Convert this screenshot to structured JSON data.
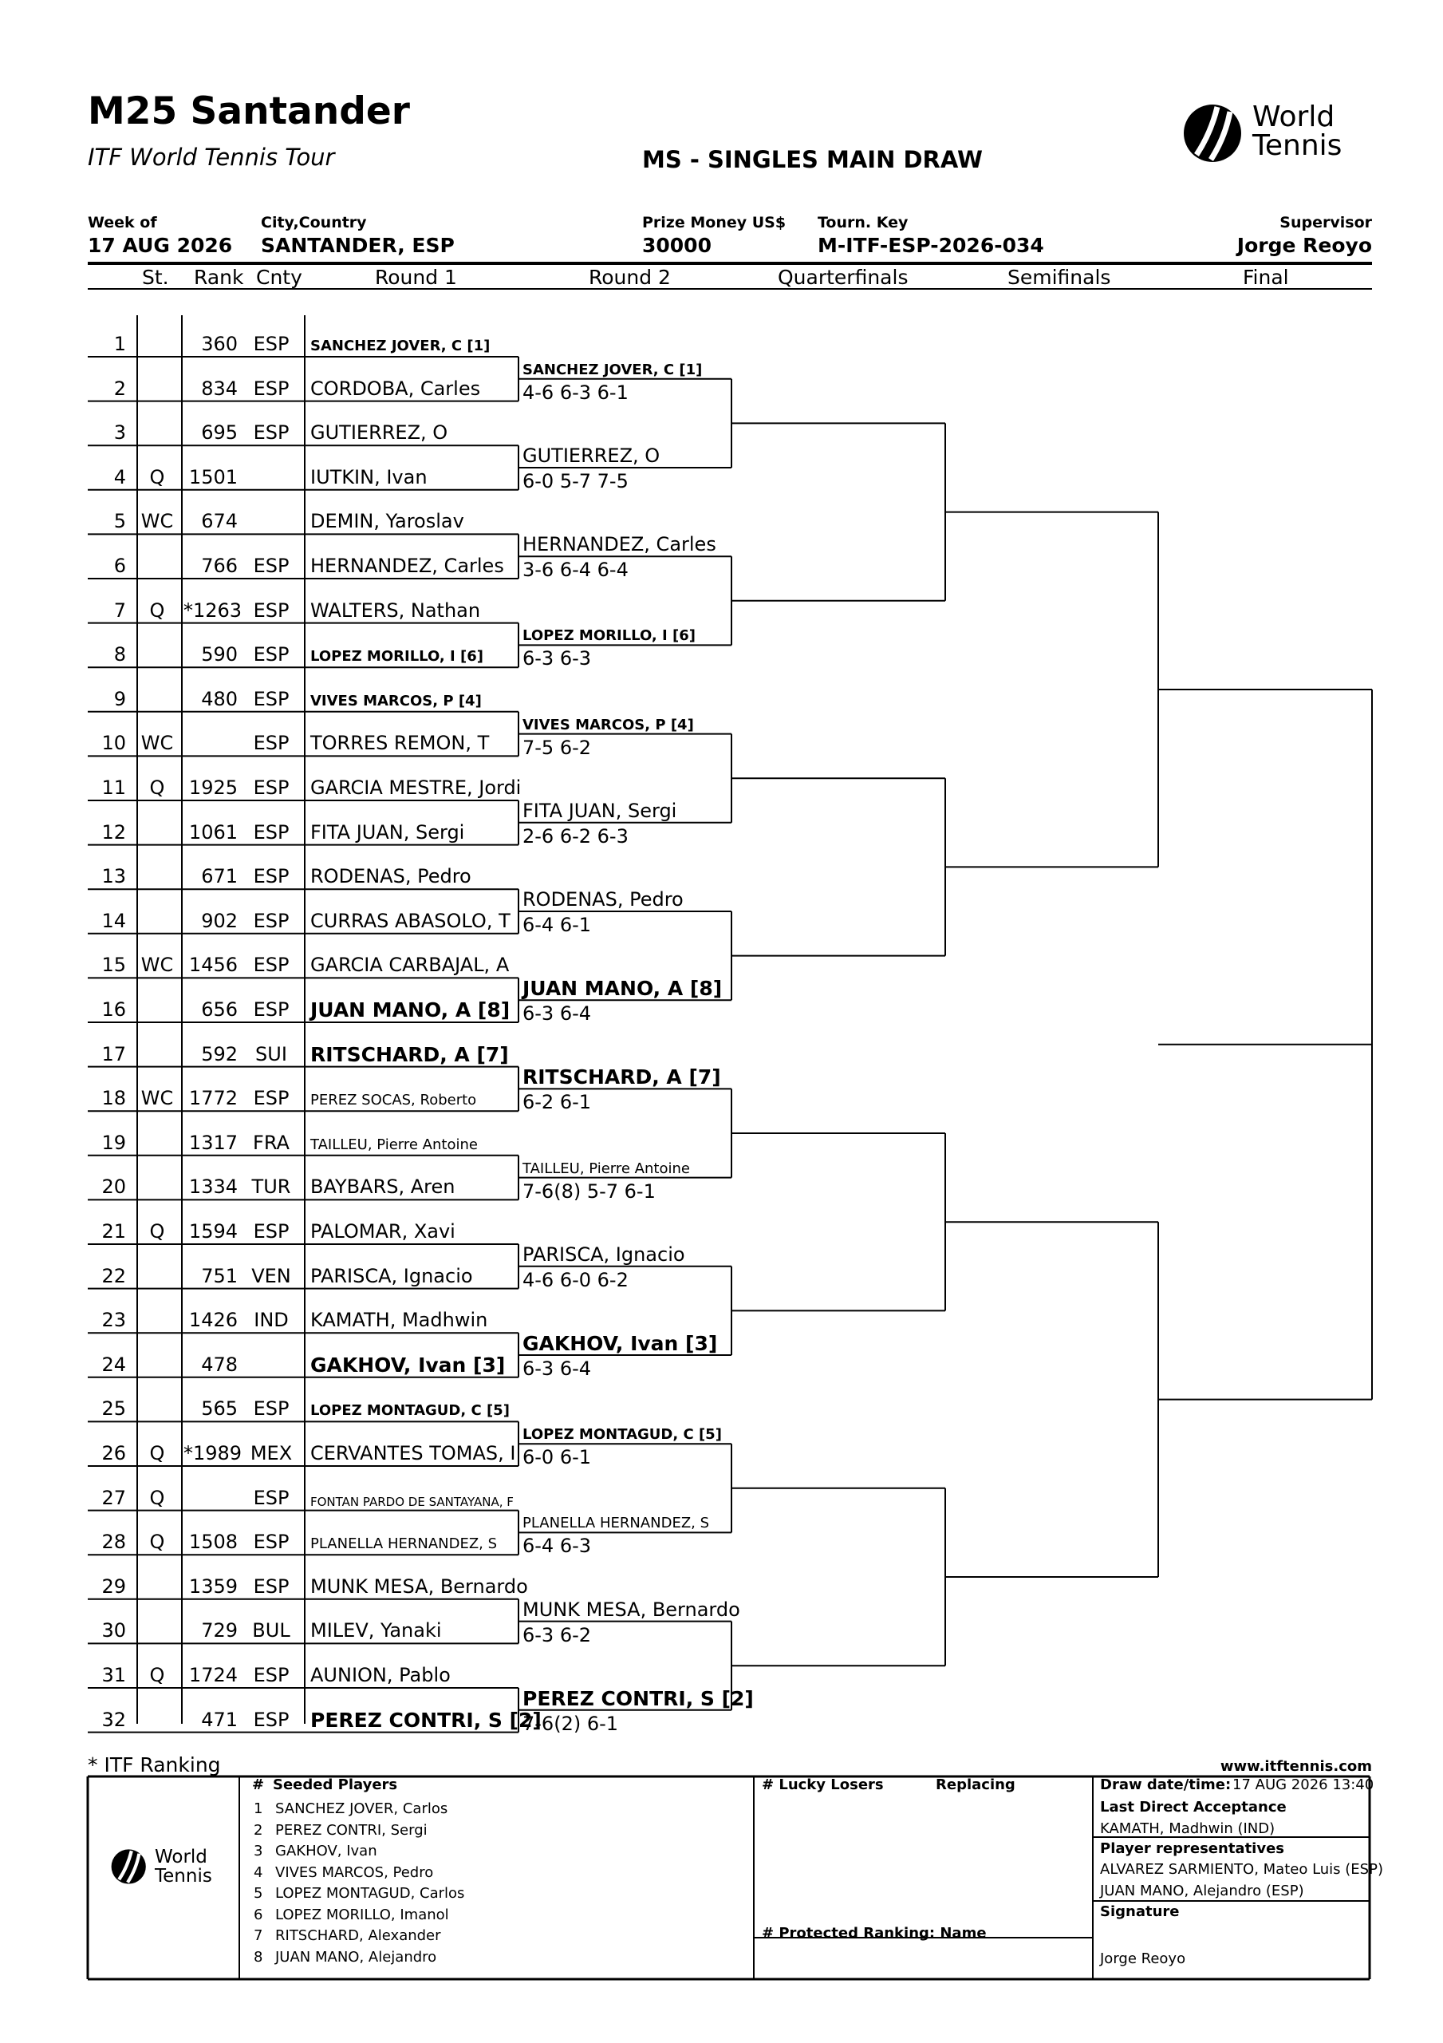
{
  "header": {
    "title": "M25 Santander",
    "subtitle": "ITF World Tennis Tour",
    "draw_name": "MS - SINGLES MAIN DRAW",
    "logo_text_1": "World",
    "logo_text_2": "Tennis",
    "week_label": "Week of",
    "week_value": "17 AUG 2026",
    "city_label": "City,Country",
    "city_value": "SANTANDER, ESP",
    "prize_label": "Prize Money US$",
    "prize_value": "30000",
    "key_label": "Tourn. Key",
    "key_value": "M-ITF-ESP-2026-034",
    "supervisor_label": "Supervisor",
    "supervisor_value": "Jorge Reoyo"
  },
  "columns": {
    "st": "St.",
    "rank": "Rank",
    "cnty": "Cnty",
    "round1": "Round 1",
    "round2": "Round 2",
    "qf": "Quarterfinals",
    "sf": "Semifinals",
    "final": "Final"
  },
  "players": [
    {
      "pos": "1",
      "st": "",
      "rank": "360",
      "cnty": "ESP",
      "name": "SANCHEZ JOVER, C [1]",
      "style": "sbold"
    },
    {
      "pos": "2",
      "st": "",
      "rank": "834",
      "cnty": "ESP",
      "name": "CORDOBA, Carles",
      "style": ""
    },
    {
      "pos": "3",
      "st": "",
      "rank": "695",
      "cnty": "ESP",
      "name": "GUTIERREZ, O",
      "style": ""
    },
    {
      "pos": "4",
      "st": "Q",
      "rank": "1501",
      "cnty": "",
      "name": "IUTKIN, Ivan",
      "style": ""
    },
    {
      "pos": "5",
      "st": "WC",
      "rank": "674",
      "cnty": "",
      "name": "DEMIN, Yaroslav",
      "style": ""
    },
    {
      "pos": "6",
      "st": "",
      "rank": "766",
      "cnty": "ESP",
      "name": "HERNANDEZ, Carles",
      "style": ""
    },
    {
      "pos": "7",
      "st": "Q",
      "rank": "*1263",
      "cnty": "ESP",
      "name": "WALTERS, Nathan",
      "style": ""
    },
    {
      "pos": "8",
      "st": "",
      "rank": "590",
      "cnty": "ESP",
      "name": "LOPEZ MORILLO, I [6]",
      "style": "sbold"
    },
    {
      "pos": "9",
      "st": "",
      "rank": "480",
      "cnty": "ESP",
      "name": "VIVES MARCOS, P [4]",
      "style": "sbold"
    },
    {
      "pos": "10",
      "st": "WC",
      "rank": "",
      "cnty": "ESP",
      "name": "TORRES REMON, T",
      "style": ""
    },
    {
      "pos": "11",
      "st": "Q",
      "rank": "1925",
      "cnty": "ESP",
      "name": "GARCIA MESTRE, Jordi",
      "style": ""
    },
    {
      "pos": "12",
      "st": "",
      "rank": "1061",
      "cnty": "ESP",
      "name": "FITA JUAN, Sergi",
      "style": ""
    },
    {
      "pos": "13",
      "st": "",
      "rank": "671",
      "cnty": "ESP",
      "name": "RODENAS, Pedro",
      "style": ""
    },
    {
      "pos": "14",
      "st": "",
      "rank": "902",
      "cnty": "ESP",
      "name": "CURRAS ABASOLO, T",
      "style": ""
    },
    {
      "pos": "15",
      "st": "WC",
      "rank": "1456",
      "cnty": "ESP",
      "name": "GARCIA CARBAJAL, A",
      "style": ""
    },
    {
      "pos": "16",
      "st": "",
      "rank": "656",
      "cnty": "ESP",
      "name": "JUAN MANO, A [8]",
      "style": "bold"
    },
    {
      "pos": "17",
      "st": "",
      "rank": "592",
      "cnty": "SUI",
      "name": "RITSCHARD, A [7]",
      "style": "bold"
    },
    {
      "pos": "18",
      "st": "WC",
      "rank": "1772",
      "cnty": "ESP",
      "name": "PEREZ SOCAS, Roberto",
      "style": "small"
    },
    {
      "pos": "19",
      "st": "",
      "rank": "1317",
      "cnty": "FRA",
      "name": "TAILLEU, Pierre Antoine",
      "style": "small"
    },
    {
      "pos": "20",
      "st": "",
      "rank": "1334",
      "cnty": "TUR",
      "name": "BAYBARS, Aren",
      "style": ""
    },
    {
      "pos": "21",
      "st": "Q",
      "rank": "1594",
      "cnty": "ESP",
      "name": "PALOMAR, Xavi",
      "style": ""
    },
    {
      "pos": "22",
      "st": "",
      "rank": "751",
      "cnty": "VEN",
      "name": "PARISCA, Ignacio",
      "style": ""
    },
    {
      "pos": "23",
      "st": "",
      "rank": "1426",
      "cnty": "IND",
      "name": "KAMATH, Madhwin",
      "style": ""
    },
    {
      "pos": "24",
      "st": "",
      "rank": "478",
      "cnty": "",
      "name": "GAKHOV, Ivan [3]",
      "style": "bold"
    },
    {
      "pos": "25",
      "st": "",
      "rank": "565",
      "cnty": "ESP",
      "name": "LOPEZ MONTAGUD, C [5]",
      "style": "sbold"
    },
    {
      "pos": "26",
      "st": "Q",
      "rank": "*1989",
      "cnty": "MEX",
      "name": "CERVANTES TOMAS, I",
      "style": ""
    },
    {
      "pos": "27",
      "st": "Q",
      "rank": "",
      "cnty": "ESP",
      "name": "FONTAN PARDO DE SANTAYANA, F",
      "style": "tiny"
    },
    {
      "pos": "28",
      "st": "Q",
      "rank": "1508",
      "cnty": "ESP",
      "name": "PLANELLA HERNANDEZ, S",
      "style": "small"
    },
    {
      "pos": "29",
      "st": "",
      "rank": "1359",
      "cnty": "ESP",
      "name": "MUNK MESA, Bernardo",
      "style": ""
    },
    {
      "pos": "30",
      "st": "",
      "rank": "729",
      "cnty": "BUL",
      "name": "MILEV, Yanaki",
      "style": ""
    },
    {
      "pos": "31",
      "st": "Q",
      "rank": "1724",
      "cnty": "ESP",
      "name": "AUNION, Pablo",
      "style": ""
    },
    {
      "pos": "32",
      "st": "",
      "rank": "471",
      "cnty": "ESP",
      "name": "PEREZ CONTRI, S [2]",
      "style": "bold"
    }
  ],
  "round2": [
    {
      "name": "SANCHEZ JOVER, C [1]",
      "score": "4-6 6-3 6-1",
      "style": "sbold"
    },
    {
      "name": "GUTIERREZ, O",
      "score": "6-0 5-7 7-5",
      "style": ""
    },
    {
      "name": "HERNANDEZ, Carles",
      "score": "3-6 6-4 6-4",
      "style": ""
    },
    {
      "name": "LOPEZ MORILLO, I [6]",
      "score": "6-3 6-3",
      "style": "sbold"
    },
    {
      "name": "VIVES MARCOS, P [4]",
      "score": "7-5 6-2",
      "style": "sbold"
    },
    {
      "name": "FITA JUAN, Sergi",
      "score": "2-6 6-2 6-3",
      "style": ""
    },
    {
      "name": "RODENAS, Pedro",
      "score": "6-4 6-1",
      "style": ""
    },
    {
      "name": "JUAN MANO, A [8]",
      "score": "6-3 6-4",
      "style": "bold"
    },
    {
      "name": "RITSCHARD, A [7]",
      "score": "6-2 6-1",
      "style": "bold"
    },
    {
      "name": "TAILLEU, Pierre Antoine",
      "score": "7-6(8) 5-7 6-1",
      "style": "small"
    },
    {
      "name": "PARISCA, Ignacio",
      "score": "4-6 6-0 6-2",
      "style": ""
    },
    {
      "name": "GAKHOV, Ivan [3]",
      "score": "6-3 6-4",
      "style": "bold"
    },
    {
      "name": "LOPEZ MONTAGUD, C [5]",
      "score": "6-0 6-1",
      "style": "sbold"
    },
    {
      "name": "PLANELLA HERNANDEZ, S",
      "score": "6-4 6-3",
      "style": "small"
    },
    {
      "name": "MUNK MESA, Bernardo",
      "score": "6-3 6-2",
      "style": ""
    },
    {
      "name": "PEREZ CONTRI, S [2]",
      "score": "7-6(2) 6-1",
      "style": "bold"
    }
  ],
  "footer": {
    "itf_ranking_note": "* ITF Ranking",
    "website": "www.itftennis.com",
    "seeded_title": "Seeded Players",
    "hash": "#",
    "seeds": [
      {
        "n": "1",
        "name": "SANCHEZ JOVER, Carlos"
      },
      {
        "n": "2",
        "name": "PEREZ CONTRI, Sergi"
      },
      {
        "n": "3",
        "name": "GAKHOV, Ivan"
      },
      {
        "n": "4",
        "name": "VIVES MARCOS, Pedro"
      },
      {
        "n": "5",
        "name": "LOPEZ MONTAGUD, Carlos"
      },
      {
        "n": "6",
        "name": "LOPEZ MORILLO, Imanol"
      },
      {
        "n": "7",
        "name": "RITSCHARD, Alexander"
      },
      {
        "n": "8",
        "name": "JUAN MANO, Alejandro"
      }
    ],
    "lucky_losers_title": "# Lucky Losers",
    "replacing_title": "Replacing",
    "protected_ranking_title": "#  Protected Ranking: Name",
    "draw_datetime_label": "Draw date/time:",
    "draw_datetime_value": "17 AUG 2026 13:40",
    "last_direct_label": "Last Direct Acceptance",
    "last_direct_value": "KAMATH, Madhwin (IND)",
    "player_reps_label": "Player representatives",
    "player_reps": [
      "ALVAREZ SARMIENTO, Mateo Luis (ESP)",
      "JUAN MANO, Alejandro (ESP)"
    ],
    "signature_label": "Signature",
    "signature_value": "Jorge Reoyo"
  }
}
